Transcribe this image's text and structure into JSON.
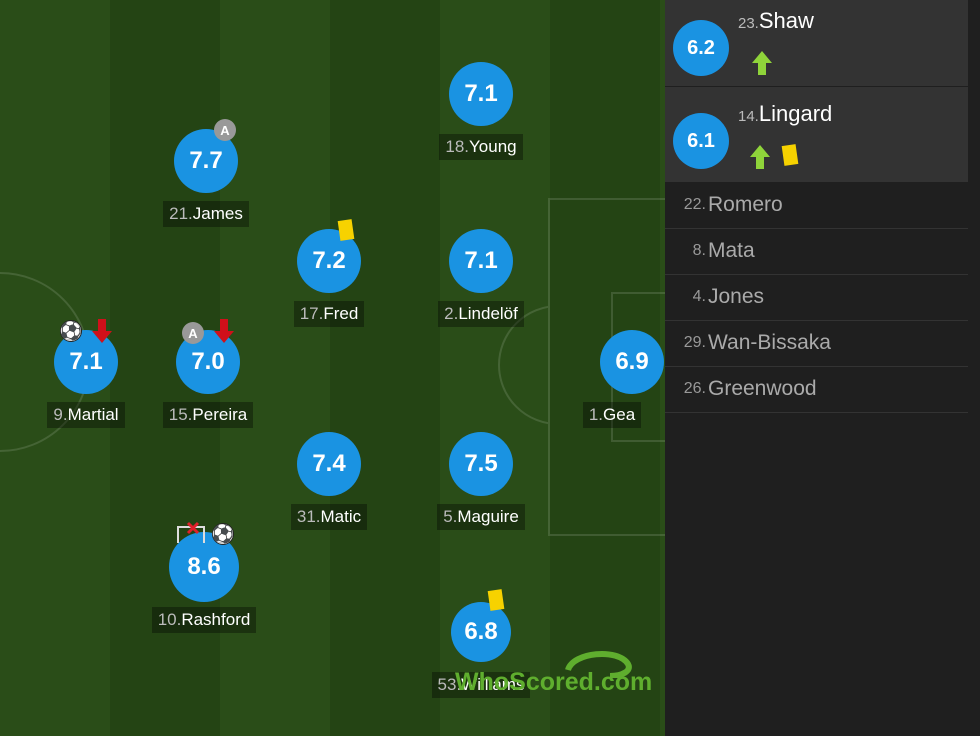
{
  "players": [
    {
      "id": "young",
      "number": "18.",
      "name": "Young",
      "rating": "7.1"
    },
    {
      "id": "james",
      "number": "21.",
      "name": "James",
      "rating": "7.7"
    },
    {
      "id": "fred",
      "number": "17.",
      "name": "Fred",
      "rating": "7.2"
    },
    {
      "id": "lindelof",
      "number": "2.",
      "name": "Lindelöf",
      "rating": "7.1"
    },
    {
      "id": "martial",
      "number": "9.",
      "name": "Martial",
      "rating": "7.1"
    },
    {
      "id": "pereira",
      "number": "15.",
      "name": "Pereira",
      "rating": "7.0"
    },
    {
      "id": "gea",
      "number": "1.",
      "name": "Gea",
      "rating": "6.9"
    },
    {
      "id": "matic",
      "number": "31.",
      "name": "Matic",
      "rating": "7.4"
    },
    {
      "id": "maguire",
      "number": "5.",
      "name": "Maguire",
      "rating": "7.5"
    },
    {
      "id": "rashford",
      "number": "10.",
      "name": "Rashford",
      "rating": "8.6"
    },
    {
      "id": "williams",
      "number": "53.",
      "name": "Williams",
      "rating": "6.8"
    }
  ],
  "icons": {
    "captain": "A",
    "goal": "⚽"
  },
  "subs": [
    {
      "number": "23.",
      "name": "Shaw",
      "rating": "6.2"
    },
    {
      "number": "14.",
      "name": "Lingard",
      "rating": "6.1"
    }
  ],
  "bench": [
    {
      "number": "22.",
      "name": "Romero"
    },
    {
      "number": "8.",
      "name": "Mata"
    },
    {
      "number": "4.",
      "name": "Jones"
    },
    {
      "number": "29.",
      "name": "Wan-Bissaka"
    },
    {
      "number": "26.",
      "name": "Greenwood"
    }
  ],
  "logo": {
    "text": "WhoScored",
    "suffix": ".com"
  },
  "colors": {
    "rating_bubble": "#1a93e2",
    "pitch_light": "#2a4d18",
    "pitch_dark": "#244414",
    "yellow_card": "#f7d200",
    "sub_in": "#8fd43a",
    "sub_out": "#d0101a",
    "logo_green": "#5fae2e"
  }
}
